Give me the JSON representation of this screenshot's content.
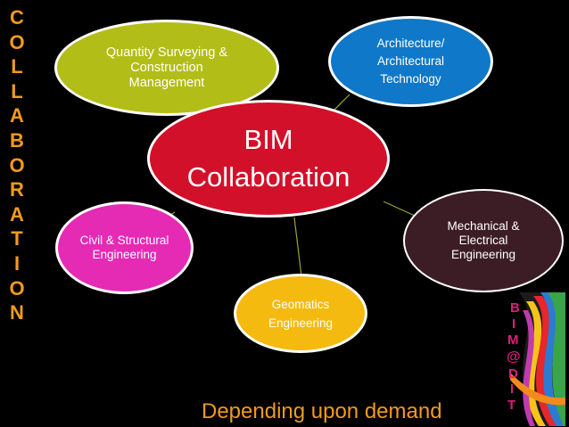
{
  "side_word": [
    "C",
    "O",
    "L",
    "L",
    "A",
    "B",
    "O",
    "R",
    "A",
    "T",
    "I",
    "O",
    "N"
  ],
  "center": {
    "lines": [
      "BIM",
      "Collaboration"
    ]
  },
  "nodes": {
    "quantity_surveying": {
      "lines": [
        "Quantity Surveying &",
        "Construction",
        "Management"
      ]
    },
    "architecture": {
      "lines": [
        "Architecture/",
        "Architectural",
        "Technology"
      ]
    },
    "mechanical": {
      "lines": [
        "Mechanical &",
        "Electrical",
        "Engineering"
      ]
    },
    "civil": {
      "lines": [
        "Civil & Structural",
        "Engineering"
      ]
    },
    "geomatics": {
      "lines": [
        "Geomatics",
        "Engineering"
      ]
    }
  },
  "footer": "Depending upon demand",
  "logo": {
    "letters": [
      "B",
      "I",
      "M",
      "@",
      "D",
      "I",
      "T"
    ]
  },
  "colors": {
    "background": "#000000",
    "accent_orange": "#f29a1e",
    "center": "#d3102a",
    "quantity_surveying": "#b3bd17",
    "architecture": "#0f78c8",
    "mechanical": "#3c1d25",
    "civil": "#e52ab4",
    "geomatics": "#f5ba0f"
  }
}
